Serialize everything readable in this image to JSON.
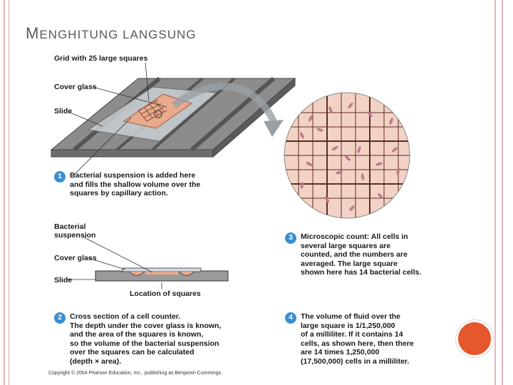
{
  "title": {
    "first": "M",
    "rest": "ENGHITUNG ",
    "second": "LANGSUNG"
  },
  "labels": {
    "grid": "Grid with 25 large squares",
    "cover_glass_top": "Cover glass",
    "slide_top": "Slide",
    "bacterial_suspension_line1": "Bacterial",
    "bacterial_suspension_line2": "suspension",
    "cover_glass_bottom": "Cover glass",
    "slide_bottom": "Slide",
    "location": "Location of squares"
  },
  "steps": [
    {
      "num": "1",
      "lines": [
        "Bacterial suspension is added here",
        "and fills the shallow volume over the",
        "squares by capillary action."
      ]
    },
    {
      "num": "2",
      "lines": [
        "Cross section of a cell counter.",
        "The depth under the cover glass is known,",
        "and the area of the squares is known,",
        "so the volume of the bacterial suspension",
        "over the squares can be calculated",
        "(depth × area)."
      ]
    },
    {
      "num": "3",
      "lines": [
        "Microscopic count: All cells in",
        "several large squares are",
        "counted, and the numbers are",
        "averaged.  The large square",
        "shown here has 14 bacterial cells."
      ]
    },
    {
      "num": "4",
      "lines": [
        "The volume of fluid over the",
        "large square is 1/1,250,000",
        "of a milliliter.  If it contains 14",
        "cells, as shown here, then there",
        "are 14 times 1,250,000",
        "(17,500,000) cells in a milliliter."
      ]
    }
  ],
  "copyright": "Copyright © 2004 Pearson Education, Inc., publishing as Benjamin Cummings.",
  "colors": {
    "accent_dot": "#e5572c",
    "step_circle": "#3b8fd1",
    "frame": "#e6b7b7",
    "grid_fill": "#f3d2c6"
  }
}
